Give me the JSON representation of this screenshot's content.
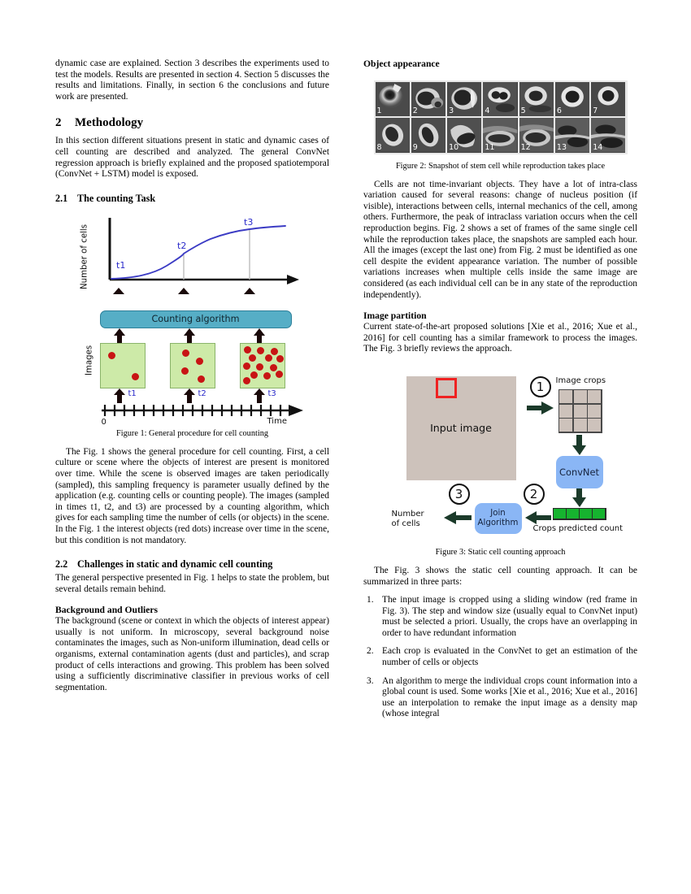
{
  "colors": {
    "curve": "#3b3bc4",
    "time_label": "#2a2aca",
    "algo_box": "#56aec6",
    "cell_bg": "#cdeaa8",
    "cell_border": "#8ab36a",
    "dot": "#c81414",
    "input_image_bg": "#cdc2bb",
    "red_frame": "#ef2222",
    "convnet_box": "#8ab6f5",
    "green_bar": "#16b32f",
    "arrow_dark": "#1b3a2a"
  },
  "left_column": {
    "para_intro": "dynamic case are explained. Section 3 describes the experiments used to test the models. Results are presented in section 4. Section 5 discusses the results and limitations. Finally, in section 6 the conclusions and future work are presented.",
    "section2": {
      "number": "2",
      "title": "Methodology"
    },
    "para_methodology": "In this section different situations present in static and dynamic cases of cell counting are described and analyzed. The general ConvNet regression approach is briefly explained and the proposed spatiotemporal (ConvNet + LSTM) model is exposed.",
    "subsection21": {
      "number": "2.1",
      "title": "The counting Task"
    },
    "figure1": {
      "caption": "Figure 1: General procedure for cell counting",
      "y_axis_label": "Number of cells",
      "images_label": "Images",
      "algorithm_box_label": "Counting algorithm",
      "time_axis_origin": "0",
      "time_axis_label": "Time",
      "time_markers": [
        "t1",
        "t2",
        "t3"
      ],
      "curve_point_labels": [
        "t1",
        "t2",
        "t3"
      ],
      "cell_counts": [
        2,
        4,
        13
      ]
    },
    "para_fig1": "The Fig. 1 shows the general procedure for cell counting. First, a cell culture or scene where the objects of interest are present is monitored over time. While the scene is observed images are taken periodically (sampled), this sampling frequency is parameter usually defined by the application (e.g. counting cells or counting people). The images (sampled in times t1, t2, and t3) are processed by a counting algorithm, which gives for each sampling time the number of cells (or objects) in the scene. In the Fig. 1 the interest objects (red dots) increase over time in the scene, but this condition is not mandatory.",
    "subsection22": {
      "number": "2.2",
      "title": "Challenges in static and dynamic cell counting"
    },
    "para_challenges": "The general perspective presented in Fig. 1 helps to state the problem, but several details remain behind.",
    "heading_background": "Background and Outliers",
    "para_background": "The background (scene or context in which the objects of interest appear) usually is not uniform. In microscopy, several background noise contaminates the images, such as Non-uniform illumination, dead cells or organisms, external contamination agents (dust and particles), and scrap product of cells interactions and growing. This problem has been solved using a sufficiently discriminative classifier in previous works of cell segmentation."
  },
  "right_column": {
    "heading_object_appearance": "Object appearance",
    "figure2": {
      "caption": "Figure 2: Snapshot of stem cell while reproduction takes place",
      "labels": [
        "1",
        "2",
        "3",
        "4",
        "5",
        "6",
        "7",
        "8",
        "9",
        "10",
        "11",
        "12",
        "13",
        "14"
      ]
    },
    "para_cells": "Cells are not time-invariant objects. They have a lot of intra-class variation caused for several reasons: change of nucleus position (if visible), interactions between cells, internal mechanics of the cell, among others. Furthermore, the peak of intraclass variation occurs when the cell reproduction begins. Fig. 2 shows a set of frames of the same single cell while the reproduction takes place, the snapshots are sampled each hour. All the images (except the last one) from Fig. 2 must be identified as one cell despite the evident appearance variation. The number of possible variations increases when multiple cells inside the same image are considered (as each individual cell can be in any state of the reproduction independently).",
    "heading_image_partition": "Image partition",
    "para_partition": "Current state-of-the-art proposed solutions [Xie et al., 2016; Xue et al., 2016] for cell counting has a similar framework to process the images. The Fig. 3 briefly reviews the approach.",
    "figure3": {
      "caption": "Figure 3: Static cell counting approach",
      "input_image_label": "Input image",
      "image_crops_label": "Image crops",
      "convnet_label": "ConvNet",
      "crops_predicted_label": "Crops predicted count",
      "join_algorithm_label_line1": "Join",
      "join_algorithm_label_line2": "Algorithm",
      "number_of_cells_line1": "Number",
      "number_of_cells_line2": "of cells",
      "step_numbers": [
        "1",
        "2",
        "3"
      ]
    },
    "para_fig3": "The Fig. 3 shows the static cell counting approach. It can be summarized in three parts:",
    "list_items": [
      "The input image is cropped using a sliding window (red frame in Fig. 3). The step and window size (usually equal to ConvNet input) must be selected a priori. Usually, the crops have an overlapping in order to have redundant information",
      "Each crop is evaluated in the ConvNet to get an estimation of the number of cells or objects",
      "An algorithm to merge the individual crops count information into a global count is used. Some works [Xie et al., 2016; Xue et al., 2016] use an interpolation to remake the input image as a density map (whose integral"
    ]
  }
}
